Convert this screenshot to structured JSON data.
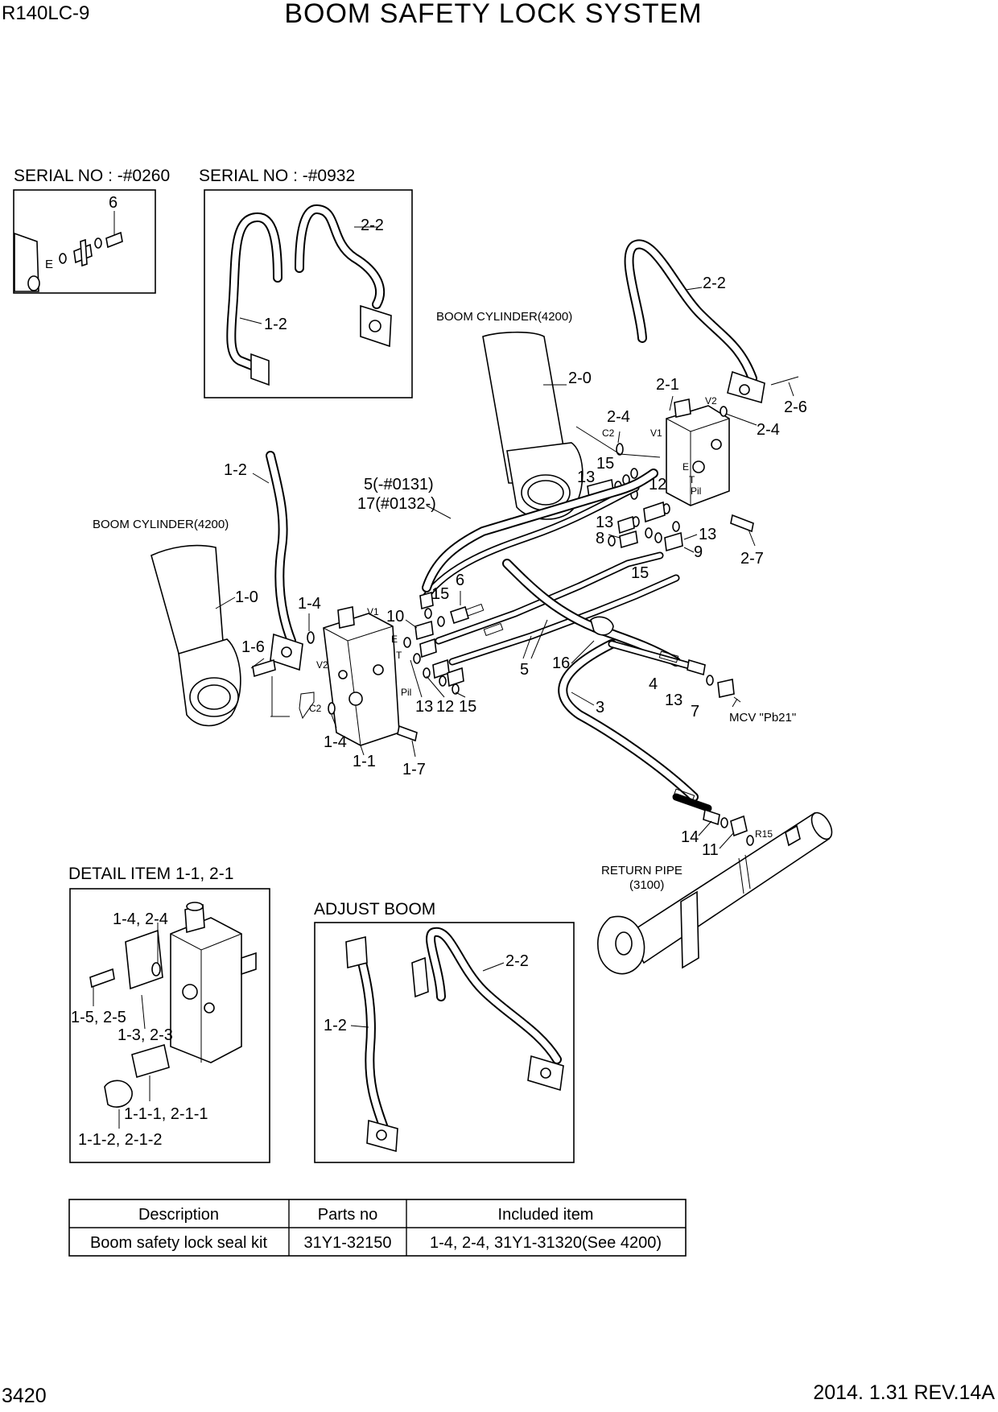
{
  "header": {
    "model": "R140LC-9",
    "title": "BOOM SAFETY LOCK SYSTEM"
  },
  "insets": {
    "serial_a": {
      "heading": "SERIAL NO : -#0260",
      "labels": [
        "6",
        "E"
      ]
    },
    "serial_b": {
      "heading": "SERIAL NO : -#0932",
      "labels": [
        "2-2",
        "1-2"
      ]
    },
    "detail": {
      "heading": "DETAIL ITEM 1-1, 2-1",
      "labels": [
        "1-4, 2-4",
        "1-5, 2-5",
        "1-3, 2-3",
        "1-1-1, 2-1-1",
        "1-1-2, 2-1-2"
      ]
    },
    "adjust": {
      "heading": "ADJUST BOOM",
      "labels": [
        "2-2",
        "1-2"
      ]
    }
  },
  "callouts": {
    "boom_cyl_right": "BOOM CYLINDER(4200)",
    "boom_cyl_left": "BOOM CYLINDER(4200)",
    "return_pipe": "RETURN PIPE",
    "return_pipe_ref": "(3100)",
    "mcv": "MCV \"Pb21\"",
    "r15": "R15",
    "v1": "V1",
    "v2": "V2",
    "c2": "C2",
    "e": "E",
    "t": "T",
    "pil": "Pil",
    "p2_2": "2-2",
    "p2_0": "2-0",
    "p2_1": "2-1",
    "p2_4a": "2-4",
    "p2_4b": "2-4",
    "p2_6": "2-6",
    "p2_7": "2-7",
    "p1_2": "1-2",
    "p1_0": "1-0",
    "p1_4a": "1-4",
    "p1_4b": "1-4",
    "p1_6": "1-6",
    "p1_1": "1-1",
    "p1_7": "1-7",
    "p5a": "5(-#0131)",
    "p17": "17(#0132-)",
    "p6": "6",
    "p15a": "15",
    "p15b": "15",
    "p15c": "15",
    "p15d": "15",
    "p10": "10",
    "p13a": "13",
    "p13b": "13",
    "p13c": "13",
    "p13d": "13",
    "p13e": "13",
    "p12a": "12",
    "p12b": "12",
    "p8": "8",
    "p9": "9",
    "p5b": "5",
    "p16": "16",
    "p3": "3",
    "p4": "4",
    "p7": "7",
    "p14": "14",
    "p11": "11"
  },
  "table": {
    "headers": [
      "Description",
      "Parts no",
      "Included item"
    ],
    "rows": [
      [
        "Boom safety lock seal kit",
        "31Y1-32150",
        "1-4, 2-4, 31Y1-31320(See 4200)"
      ]
    ]
  },
  "footer": {
    "page_number": "3420",
    "revision": "2014. 1.31  REV.14A"
  }
}
